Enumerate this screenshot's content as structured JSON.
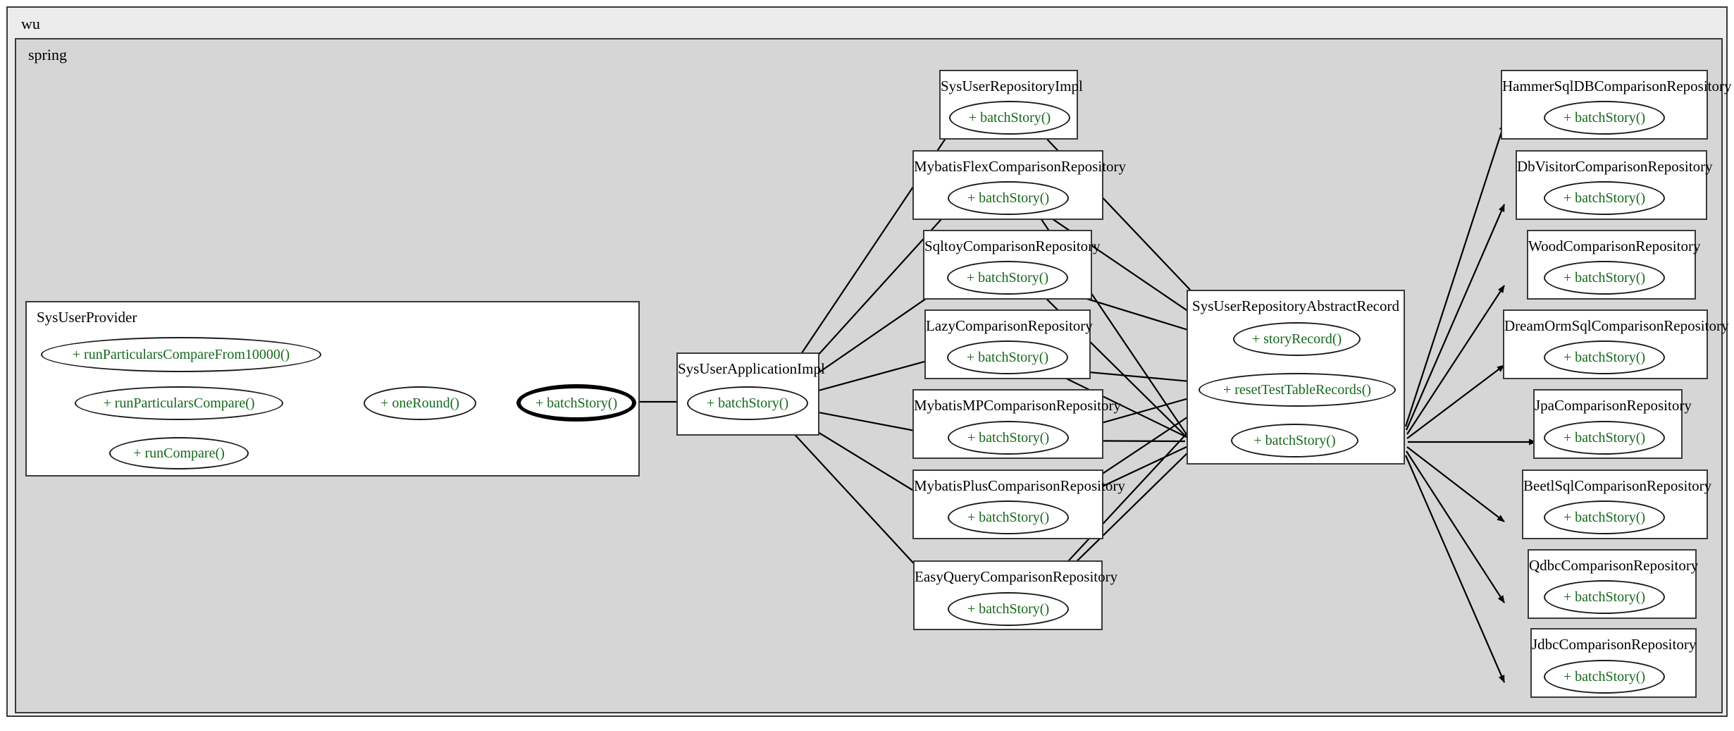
{
  "diagram": {
    "type": "call-graph",
    "outer_cluster_label": "wu",
    "inner_cluster_label": "spring",
    "method_color": "#15681b",
    "box_fill": "#ffffff",
    "outer_fill": "#ececec",
    "inner_fill": "#d6d6d6",
    "border_color": "#3a3a3a"
  },
  "clusters": [
    {
      "id": "sys-user-provider",
      "label": "SysUserProvider",
      "methods": [
        {
          "label": "+ runParticularsCompareFrom10000()"
        },
        {
          "label": "+ runParticularsCompare()"
        },
        {
          "label": "+ runCompare()"
        },
        {
          "label": "+ oneRound()"
        },
        {
          "label": "+ batchStory()",
          "highlighted": true
        }
      ]
    },
    {
      "id": "sys-user-application-impl",
      "label": "SysUserApplicationImpl",
      "methods": [
        {
          "label": "+ batchStory()"
        }
      ]
    },
    {
      "id": "sys-user-repository-impl",
      "label": "SysUserRepositoryImpl",
      "methods": [
        {
          "label": "+ batchStory()"
        }
      ]
    },
    {
      "id": "mybatis-flex-comparison-repository",
      "label": "MybatisFlexComparisonRepository",
      "methods": [
        {
          "label": "+ batchStory()"
        }
      ]
    },
    {
      "id": "sqltoy-comparison-repository",
      "label": "SqltoyComparisonRepository",
      "methods": [
        {
          "label": "+ batchStory()"
        }
      ]
    },
    {
      "id": "lazy-comparison-repository",
      "label": "LazyComparisonRepository",
      "methods": [
        {
          "label": "+ batchStory()"
        }
      ]
    },
    {
      "id": "mybatis-mp-comparison-repository",
      "label": "MybatisMPComparisonRepository",
      "methods": [
        {
          "label": "+ batchStory()"
        }
      ]
    },
    {
      "id": "mybatis-plus-comparison-repository",
      "label": "MybatisPlusComparisonRepository",
      "methods": [
        {
          "label": "+ batchStory()"
        }
      ]
    },
    {
      "id": "easy-query-comparison-repository",
      "label": "EasyQueryComparisonRepository",
      "methods": [
        {
          "label": "+ batchStory()"
        }
      ]
    },
    {
      "id": "sys-user-repository-abstract-record",
      "label": "SysUserRepositoryAbstractRecord",
      "methods": [
        {
          "label": "+ storyRecord()"
        },
        {
          "label": "+ resetTestTableRecords()"
        },
        {
          "label": "+ batchStory()"
        }
      ]
    },
    {
      "id": "hammer-sqldb-comparison-repository",
      "label": "HammerSqlDBComparisonRepository",
      "methods": [
        {
          "label": "+ batchStory()"
        }
      ]
    },
    {
      "id": "db-visitor-comparison-repository",
      "label": "DbVisitorComparisonRepository",
      "methods": [
        {
          "label": "+ batchStory()"
        }
      ]
    },
    {
      "id": "wood-comparison-repository",
      "label": "WoodComparisonRepository",
      "methods": [
        {
          "label": "+ batchStory()"
        }
      ]
    },
    {
      "id": "dream-orm-sql-comparison-repository",
      "label": "DreamOrmSqlComparisonRepository",
      "methods": [
        {
          "label": "+ batchStory()"
        }
      ]
    },
    {
      "id": "jpa-comparison-repository",
      "label": "JpaComparisonRepository",
      "methods": [
        {
          "label": "+ batchStory()"
        }
      ]
    },
    {
      "id": "beetl-sql-comparison-repository",
      "label": "BeetlSqlComparisonRepository",
      "methods": [
        {
          "label": "+ batchStory()"
        }
      ]
    },
    {
      "id": "qdbc-comparison-repository",
      "label": "QdbcComparisonRepository",
      "methods": [
        {
          "label": "+ batchStory()"
        }
      ]
    },
    {
      "id": "jdbc-comparison-repository",
      "label": "JdbcComparisonRepository",
      "methods": [
        {
          "label": "+ batchStory()"
        }
      ]
    }
  ]
}
